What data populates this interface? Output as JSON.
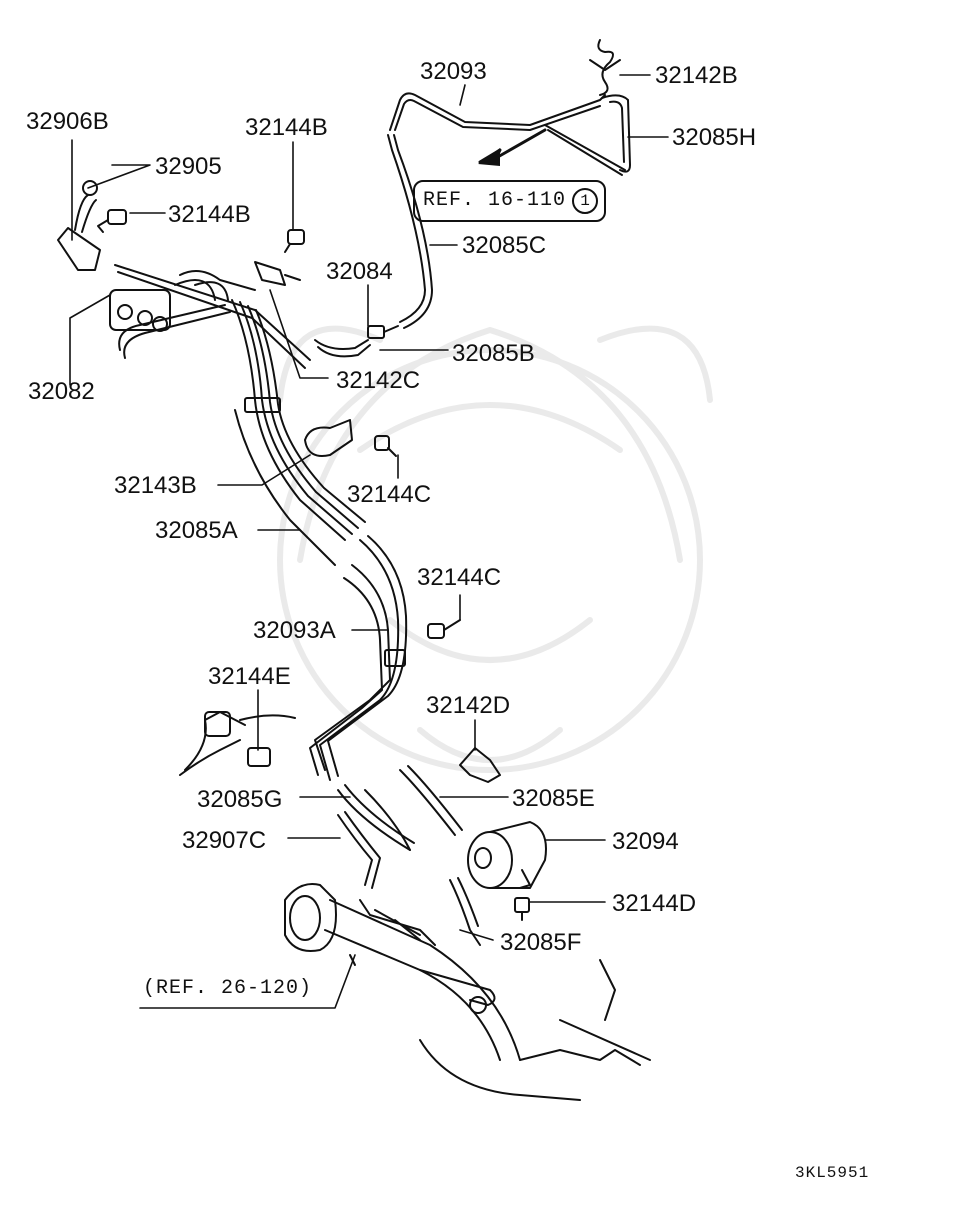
{
  "labels": {
    "p32093": "32093",
    "p32142B": "32142B",
    "p32906B": "32906B",
    "p32144B_top": "32144B",
    "p32085H": "32085H",
    "p32905": "32905",
    "p32144B_left": "32144B",
    "p32085C": "32085C",
    "p32084": "32084",
    "p32085B": "32085B",
    "p32082": "32082",
    "p32142C": "32142C",
    "p32143B": "32143B",
    "p32144C_a": "32144C",
    "p32085A": "32085A",
    "p32144C_b": "32144C",
    "p32093A": "32093A",
    "p32144E": "32144E",
    "p32142D": "32142D",
    "p32085G": "32085G",
    "p32085E": "32085E",
    "p32907C": "32907C",
    "p32094": "32094",
    "p32144D": "32144D",
    "p32085F": "32085F"
  },
  "refs": {
    "ref_16_110": "REF. 16-110",
    "ref_16_110_circle": "1",
    "ref_26_120": "(REF. 26-120)"
  },
  "diagram_code": "3KL5951"
}
